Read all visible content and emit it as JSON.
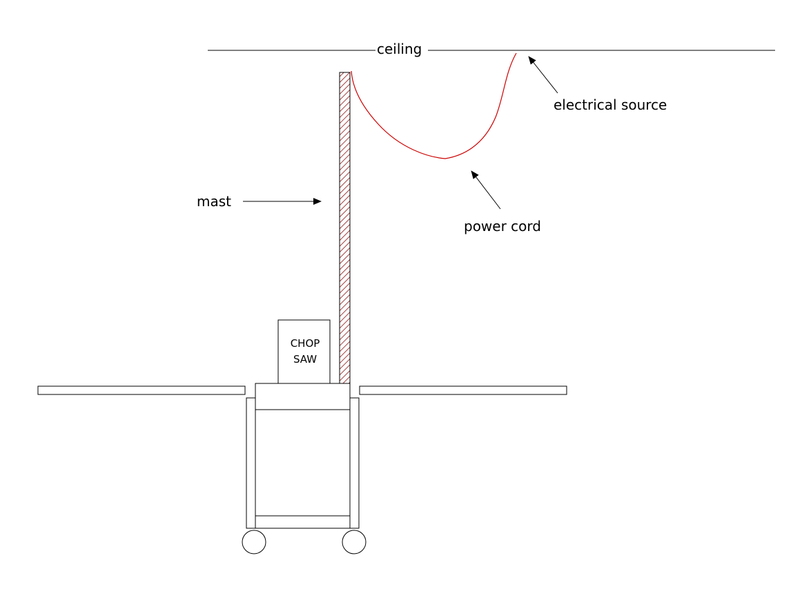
{
  "labels": {
    "ceiling": "ceiling",
    "electrical_source": "electrical source",
    "power_cord": "power cord",
    "mast": "mast",
    "chop": "CHOP",
    "saw": "SAW"
  },
  "colors": {
    "line": "#000000",
    "cord": "#cc0000",
    "hatch": "#a04040",
    "background": "#ffffff"
  }
}
